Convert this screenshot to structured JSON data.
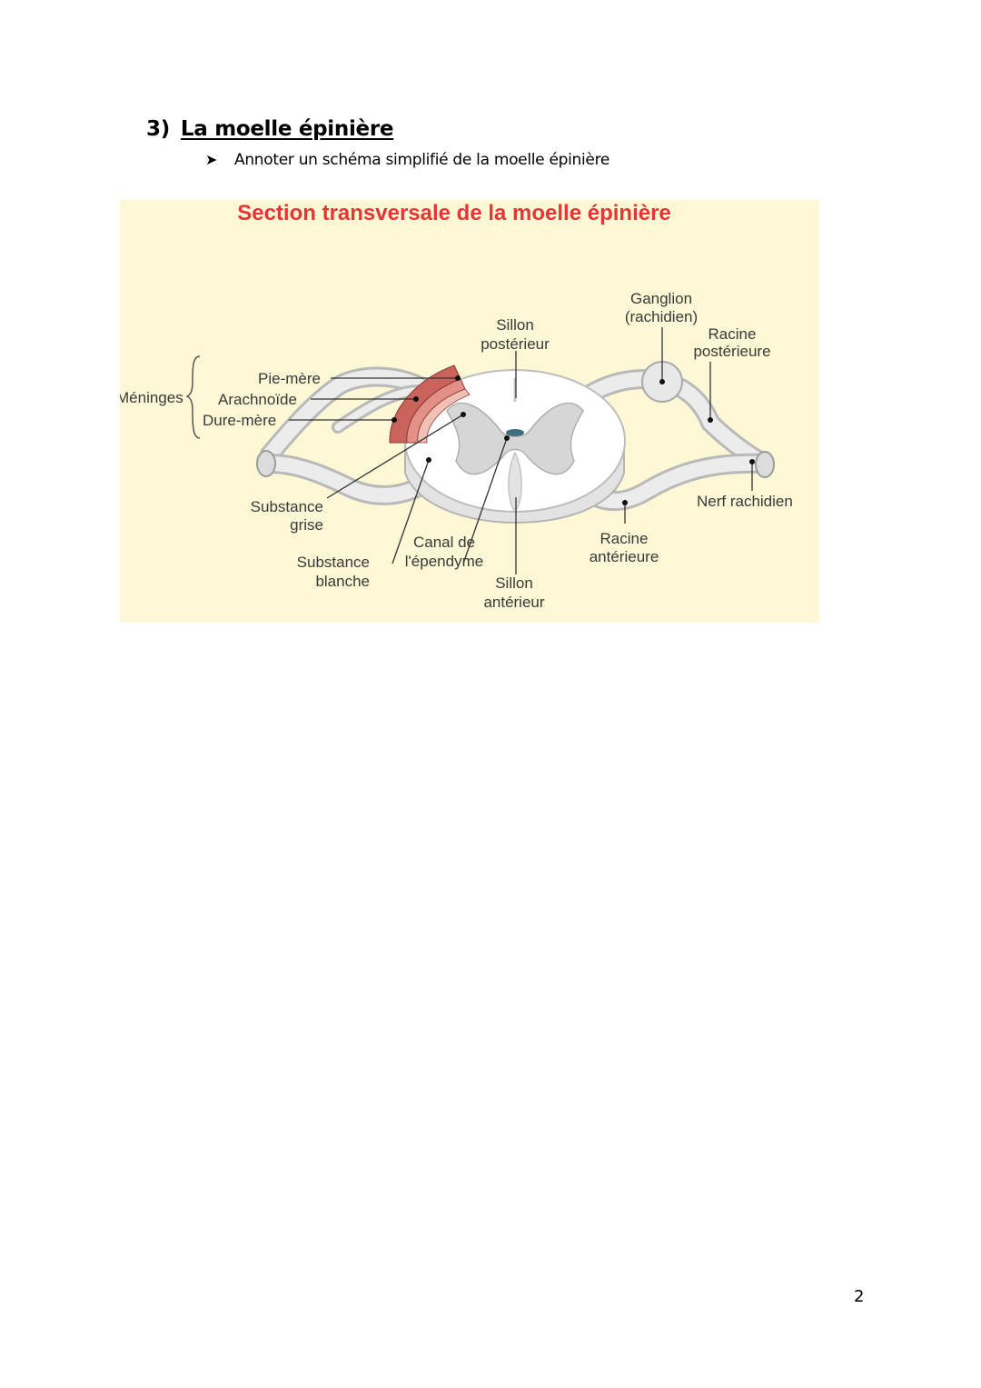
{
  "section": {
    "number": "3)",
    "title": "La moelle épinière"
  },
  "instruction": {
    "bullet_icon": "arrow-bullet-icon",
    "text": "Annoter un schéma simplifié de la moelle épinière"
  },
  "figure": {
    "title": "Section transversale de la moelle épinière",
    "background": "#fcf7d5",
    "title_color": "#e53635",
    "labels": {
      "meninges": "Méninges",
      "pie_mere": "Pie-mère",
      "arachnoide": "Arachnoïde",
      "dure_mere": "Dure-mère",
      "sillon_posterieur": [
        "Sillon",
        "postérieur"
      ],
      "ganglion": [
        "Ganglion",
        "(rachidien)"
      ],
      "racine_posterieure": [
        "Racine",
        "postérieure"
      ],
      "substance_grise": [
        "Substance",
        "grise"
      ],
      "substance_blanche": [
        "Substance",
        "blanche"
      ],
      "canal": [
        "Canal de",
        "l'épendyme"
      ],
      "sillon_anterieur": [
        "Sillon",
        "antérieur"
      ],
      "racine_anterieure": [
        "Racine",
        "antérieure"
      ],
      "nerf_rachidien": "Nerf rachidien"
    }
  },
  "page_number": "2"
}
